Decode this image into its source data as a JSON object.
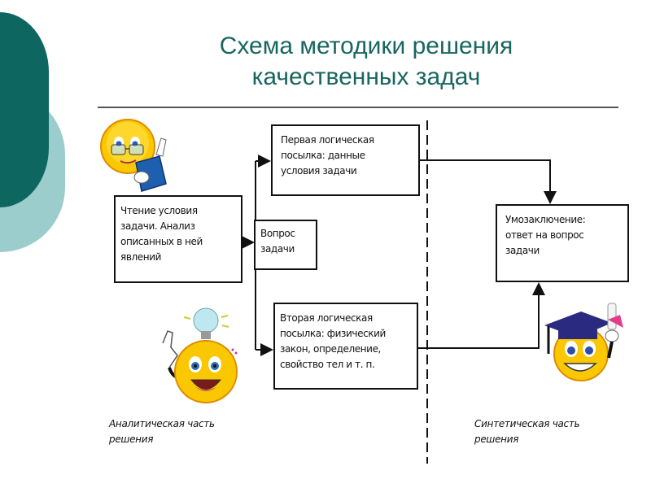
{
  "slide": {
    "title_line1": "Схема методики решения",
    "title_line2": "качественных задач",
    "colors": {
      "title": "#186660",
      "deco_dark": "#0e6660",
      "deco_light": "#9ccdcd",
      "line": "#111111"
    }
  },
  "diagram": {
    "nodes": {
      "reading": [
        "Чтение условия",
        "задачи. Анализ",
        "описанных в ней",
        "явлений"
      ],
      "question": [
        "Вопрос",
        "задачи"
      ],
      "first_premise": [
        "Первая логическая",
        "посылка: данные",
        "условия задачи"
      ],
      "second_premise": [
        "Вторая логическая",
        "посылка: физический",
        "закон, определение,",
        "свойство тел и т. п."
      ],
      "conclusion": [
        "Умозаключение:",
        "ответ на вопрос",
        "задачи"
      ]
    },
    "captions": {
      "analytic": [
        "Аналитическая часть",
        "решения"
      ],
      "synthetic": [
        "Синтетическая часть",
        "решения"
      ]
    },
    "edges": [
      {
        "from": "reading",
        "to": "question"
      },
      {
        "from": "question",
        "to": "first_premise"
      },
      {
        "from": "question",
        "to": "second_premise"
      },
      {
        "from": "first_premise",
        "to": "conclusion"
      },
      {
        "from": "second_premise",
        "to": "conclusion"
      }
    ]
  },
  "illustrations": {
    "reader": "smiley-with-glasses-and-book-icon",
    "idea": "smiley-with-lightbulb-icon",
    "graduate": "smiley-with-graduation-cap-icon"
  }
}
